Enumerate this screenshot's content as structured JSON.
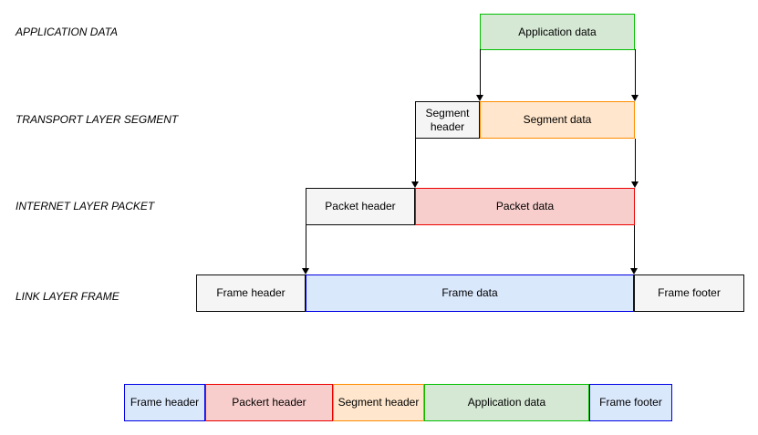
{
  "diagram": {
    "title_semantics": "network-encapsulation-layers",
    "row_labels": [
      {
        "label": "APPLICATION DATA"
      },
      {
        "label": "TRANSPORT LAYER SEGMENT"
      },
      {
        "label": "INTERNET LAYER PACKET"
      },
      {
        "label": "LINK LAYER FRAME"
      }
    ],
    "boxes": {
      "application_data": {
        "label": "Application data"
      },
      "segment_header": {
        "label": "Segment header"
      },
      "segment_data": {
        "label": "Segment data"
      },
      "packet_header": {
        "label": "Packet header"
      },
      "packet_data": {
        "label": "Packet data"
      },
      "frame_header": {
        "label": "Frame header"
      },
      "frame_data": {
        "label": "Frame data"
      },
      "frame_footer": {
        "label": "Frame footer"
      }
    },
    "composite_bar": {
      "segments": [
        {
          "label": "Frame header",
          "style": "blue"
        },
        {
          "label": "Packert header",
          "style": "red"
        },
        {
          "label": "Segment header",
          "style": "orange"
        },
        {
          "label": "Application data",
          "style": "green"
        },
        {
          "label": "Frame footer",
          "style": "blue"
        }
      ]
    },
    "colors": {
      "green_fill": "#d5e8d4",
      "green_border": "#00c000",
      "orange_fill": "#ffe6cc",
      "orange_border": "#ff8c00",
      "red_fill": "#f8cecc",
      "red_border": "#eb0000",
      "blue_fill": "#dae8fc",
      "blue_border": "#0000e6",
      "gray_fill": "#f5f5f5",
      "gray_border": "#0a0a0a",
      "arrow": "#000000",
      "text": "#000000"
    }
  }
}
